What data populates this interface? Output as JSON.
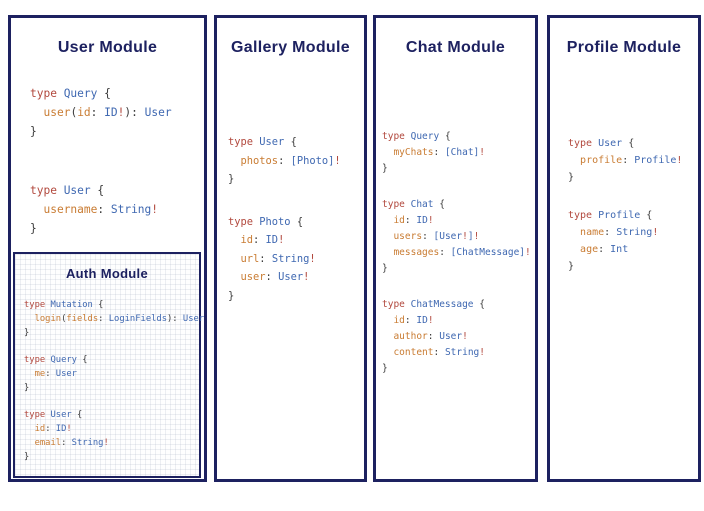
{
  "colors": {
    "navy": "#1d2160",
    "red": "#b2493e",
    "blue": "#3f68b1",
    "orange": "#c97c33",
    "punct": "#3c3c3c",
    "background": "#ffffff"
  },
  "legend": {
    "token_classes": {
      "r": "keyword-or-bang-red",
      "b": "type-name-blue",
      "o": "field-name-orange",
      "p": "punctuation-dark"
    }
  },
  "modules": [
    {
      "id": "user",
      "title": "User Module",
      "blocks": [
        [
          [
            [
              "type ",
              "r"
            ],
            [
              "Query ",
              "b"
            ],
            [
              "{",
              "p"
            ]
          ],
          [
            [
              "  ",
              "p"
            ],
            [
              "user",
              "o"
            ],
            [
              "(",
              "p"
            ],
            [
              "id",
              "o"
            ],
            [
              ": ",
              "p"
            ],
            [
              "ID",
              "b"
            ],
            [
              "!",
              "r"
            ],
            [
              "): ",
              "p"
            ],
            [
              "User",
              "b"
            ]
          ],
          [
            [
              "}",
              "p"
            ]
          ]
        ],
        [
          [
            [
              "type ",
              "r"
            ],
            [
              "User ",
              "b"
            ],
            [
              "{",
              "p"
            ]
          ],
          [
            [
              "  ",
              "p"
            ],
            [
              "username",
              "o"
            ],
            [
              ": ",
              "p"
            ],
            [
              "String",
              "b"
            ],
            [
              "!",
              "r"
            ]
          ],
          [
            [
              "}",
              "p"
            ]
          ]
        ]
      ]
    },
    {
      "id": "auth",
      "title": "Auth Module",
      "blocks": [
        [
          [
            [
              "type ",
              "r"
            ],
            [
              "Mutation ",
              "b"
            ],
            [
              "{",
              "p"
            ]
          ],
          [
            [
              "  ",
              "p"
            ],
            [
              "login",
              "o"
            ],
            [
              "(",
              "p"
            ],
            [
              "fields",
              "o"
            ],
            [
              ": ",
              "p"
            ],
            [
              "LoginFields",
              "b"
            ],
            [
              "): ",
              "p"
            ],
            [
              "User",
              "b"
            ]
          ],
          [
            [
              "}",
              "p"
            ]
          ]
        ],
        [
          [
            [
              "type ",
              "r"
            ],
            [
              "Query ",
              "b"
            ],
            [
              "{",
              "p"
            ]
          ],
          [
            [
              "  ",
              "p"
            ],
            [
              "me",
              "o"
            ],
            [
              ": ",
              "p"
            ],
            [
              "User",
              "b"
            ]
          ],
          [
            [
              "}",
              "p"
            ]
          ]
        ],
        [
          [
            [
              "type ",
              "r"
            ],
            [
              "User ",
              "b"
            ],
            [
              "{",
              "p"
            ]
          ],
          [
            [
              "  ",
              "p"
            ],
            [
              "id",
              "o"
            ],
            [
              ": ",
              "p"
            ],
            [
              "ID",
              "b"
            ],
            [
              "!",
              "r"
            ]
          ],
          [
            [
              "  ",
              "p"
            ],
            [
              "email",
              "o"
            ],
            [
              ": ",
              "p"
            ],
            [
              "String",
              "b"
            ],
            [
              "!",
              "r"
            ]
          ],
          [
            [
              "}",
              "p"
            ]
          ]
        ]
      ]
    },
    {
      "id": "gallery",
      "title": "Gallery Module",
      "blocks": [
        [
          [
            [
              "type ",
              "r"
            ],
            [
              "User ",
              "b"
            ],
            [
              "{",
              "p"
            ]
          ],
          [
            [
              "  ",
              "p"
            ],
            [
              "photos",
              "o"
            ],
            [
              ": ",
              "p"
            ],
            [
              "[Photo]",
              "b"
            ],
            [
              "!",
              "r"
            ]
          ],
          [
            [
              "}",
              "p"
            ]
          ]
        ],
        [
          [
            [
              "type ",
              "r"
            ],
            [
              "Photo ",
              "b"
            ],
            [
              "{",
              "p"
            ]
          ],
          [
            [
              "  ",
              "p"
            ],
            [
              "id",
              "o"
            ],
            [
              ": ",
              "p"
            ],
            [
              "ID",
              "b"
            ],
            [
              "!",
              "r"
            ]
          ],
          [
            [
              "  ",
              "p"
            ],
            [
              "url",
              "o"
            ],
            [
              ": ",
              "p"
            ],
            [
              "String",
              "b"
            ],
            [
              "!",
              "r"
            ]
          ],
          [
            [
              "  ",
              "p"
            ],
            [
              "user",
              "o"
            ],
            [
              ": ",
              "p"
            ],
            [
              "User",
              "b"
            ],
            [
              "!",
              "r"
            ]
          ],
          [
            [
              "}",
              "p"
            ]
          ]
        ]
      ]
    },
    {
      "id": "chat",
      "title": "Chat Module",
      "blocks": [
        [
          [
            [
              "type ",
              "r"
            ],
            [
              "Query ",
              "b"
            ],
            [
              "{",
              "p"
            ]
          ],
          [
            [
              "  ",
              "p"
            ],
            [
              "myChats",
              "o"
            ],
            [
              ": ",
              "p"
            ],
            [
              "[Chat]",
              "b"
            ],
            [
              "!",
              "r"
            ]
          ],
          [
            [
              "}",
              "p"
            ]
          ]
        ],
        [
          [
            [
              "type ",
              "r"
            ],
            [
              "Chat ",
              "b"
            ],
            [
              "{",
              "p"
            ]
          ],
          [
            [
              "  ",
              "p"
            ],
            [
              "id",
              "o"
            ],
            [
              ": ",
              "p"
            ],
            [
              "ID",
              "b"
            ],
            [
              "!",
              "r"
            ]
          ],
          [
            [
              "  ",
              "p"
            ],
            [
              "users",
              "o"
            ],
            [
              ": ",
              "p"
            ],
            [
              "[User",
              "b"
            ],
            [
              "!",
              "r"
            ],
            [
              "]",
              "b"
            ],
            [
              "!",
              "r"
            ]
          ],
          [
            [
              "  ",
              "p"
            ],
            [
              "messages",
              "o"
            ],
            [
              ": ",
              "p"
            ],
            [
              "[ChatMessage]",
              "b"
            ],
            [
              "!",
              "r"
            ]
          ],
          [
            [
              "}",
              "p"
            ]
          ]
        ],
        [
          [
            [
              "type ",
              "r"
            ],
            [
              "ChatMessage ",
              "b"
            ],
            [
              "{",
              "p"
            ]
          ],
          [
            [
              "  ",
              "p"
            ],
            [
              "id",
              "o"
            ],
            [
              ": ",
              "p"
            ],
            [
              "ID",
              "b"
            ],
            [
              "!",
              "r"
            ]
          ],
          [
            [
              "  ",
              "p"
            ],
            [
              "author",
              "o"
            ],
            [
              ": ",
              "p"
            ],
            [
              "User",
              "b"
            ],
            [
              "!",
              "r"
            ]
          ],
          [
            [
              "  ",
              "p"
            ],
            [
              "content",
              "o"
            ],
            [
              ": ",
              "p"
            ],
            [
              "String",
              "b"
            ],
            [
              "!",
              "r"
            ]
          ],
          [
            [
              "}",
              "p"
            ]
          ]
        ]
      ]
    },
    {
      "id": "profile",
      "title": "Profile Module",
      "blocks": [
        [
          [
            [
              "type ",
              "r"
            ],
            [
              "User ",
              "b"
            ],
            [
              "{",
              "p"
            ]
          ],
          [
            [
              "  ",
              "p"
            ],
            [
              "profile",
              "o"
            ],
            [
              ": ",
              "p"
            ],
            [
              "Profile",
              "b"
            ],
            [
              "!",
              "r"
            ]
          ],
          [
            [
              "}",
              "p"
            ]
          ]
        ],
        [
          [
            [
              "type ",
              "r"
            ],
            [
              "Profile ",
              "b"
            ],
            [
              "{",
              "p"
            ]
          ],
          [
            [
              "  ",
              "p"
            ],
            [
              "name",
              "o"
            ],
            [
              ": ",
              "p"
            ],
            [
              "String",
              "b"
            ],
            [
              "!",
              "r"
            ]
          ],
          [
            [
              "  ",
              "p"
            ],
            [
              "age",
              "o"
            ],
            [
              ": ",
              "p"
            ],
            [
              "Int",
              "b"
            ]
          ],
          [
            [
              "}",
              "p"
            ]
          ]
        ]
      ]
    }
  ]
}
